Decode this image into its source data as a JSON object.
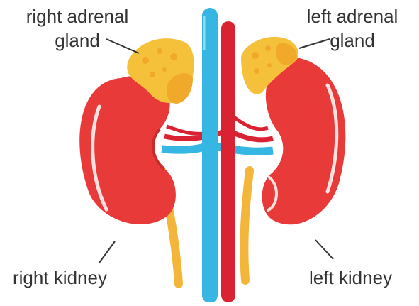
{
  "labels": {
    "right_adrenal_line1": "right adrenal",
    "right_adrenal_line2": "gland",
    "left_adrenal_line1": "left adrenal",
    "left_adrenal_line2": "gland",
    "right_kidney": "right kidney",
    "left_kidney": "left kidney"
  },
  "colors": {
    "kidney": "#e93a3a",
    "kidney_shadow": "#c92c2c",
    "adrenal": "#f6c13a",
    "adrenal_dark": "#f0a92a",
    "vein": "#35b6e3",
    "artery": "#d92332",
    "ureter": "#f4b63a",
    "text": "#333333"
  }
}
